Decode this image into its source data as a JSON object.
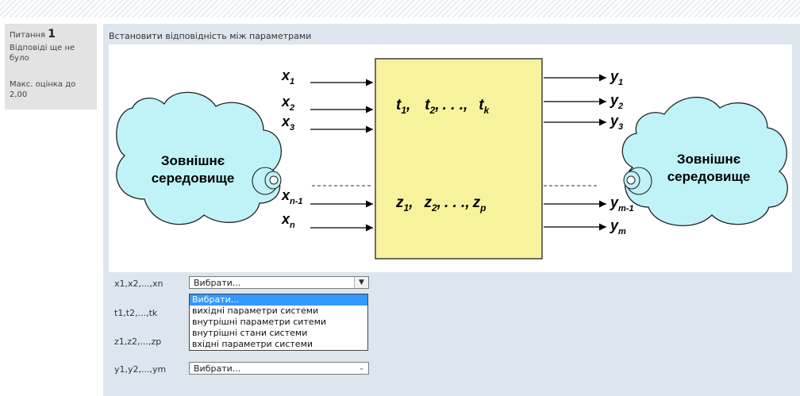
{
  "question_info": {
    "label": "Питання",
    "number": "1",
    "state": "Відповіді ще не було",
    "grade": "Макс. оцінка до 2,00"
  },
  "question_text": "Встановити відповідність між параметрами",
  "figure": {
    "left_cloud": [
      "Зовнішнє",
      "середовище"
    ],
    "right_cloud": [
      "Зовнішнє",
      "середовище"
    ],
    "inputs": [
      {
        "base": "x",
        "sub": "1"
      },
      {
        "base": "x",
        "sub": "2"
      },
      {
        "base": "x",
        "sub": "3"
      },
      {
        "base": "x",
        "sub": "n-1"
      },
      {
        "base": "x",
        "sub": "n"
      }
    ],
    "outputs": [
      {
        "base": "y",
        "sub": "1"
      },
      {
        "base": "y",
        "sub": "2"
      },
      {
        "base": "y",
        "sub": "3"
      },
      {
        "base": "y",
        "sub": "m-1"
      },
      {
        "base": "y",
        "sub": "m"
      }
    ],
    "params_row": {
      "t1": "1",
      "t2": "2",
      "tk": "k",
      "sep": ",",
      "dots": ". . ."
    },
    "states_row": {
      "z1": "1",
      "z2": "2",
      "zp": "p",
      "sep": ",",
      "dots": ". . ."
    },
    "box_color": "#f7f39c"
  },
  "matches": [
    {
      "label": "x1,x2,...,xn",
      "value": "Вибрати..."
    },
    {
      "label": "t1,t2,...,tk",
      "value": ""
    },
    {
      "label": "z1,z2,...,zp",
      "value": ""
    },
    {
      "label": "y1,y2,...,ym",
      "value": "Вибрати..."
    }
  ],
  "dropdown": {
    "options": [
      "Вибрати...",
      "вихідні параметри системи",
      "внутрішні параметри ситеми",
      "внутрішні стани системи",
      "вхідні параметри системи"
    ],
    "selected_index": 0
  }
}
